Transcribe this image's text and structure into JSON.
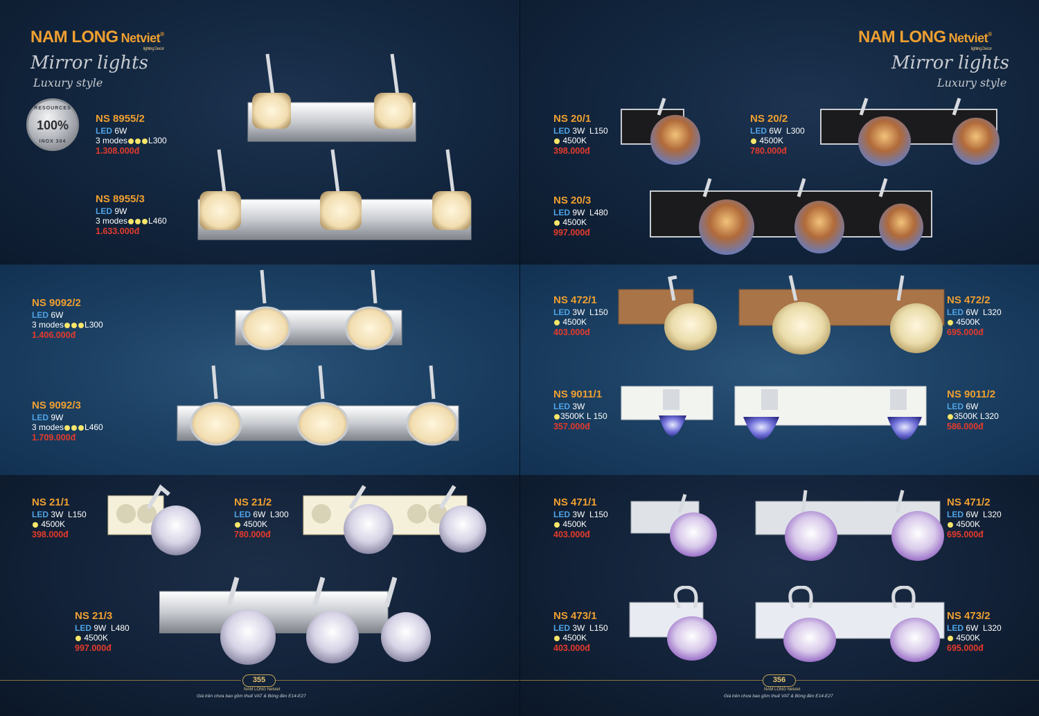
{
  "brand": {
    "name": "NAM LONG",
    "sub": "Netviet",
    "reg": "®",
    "tagline": "lighting Decor"
  },
  "title": {
    "line1": "Mirror lights",
    "line2": "Luxury style"
  },
  "badge": {
    "top": "RESOURCES",
    "mid": "100%",
    "bottom": "INOX 304"
  },
  "left_products": [
    {
      "code": "NS 8955/2",
      "led": "LED",
      "power": "6W",
      "modes": "3 modes",
      "length": "L300",
      "price": "1.308.000đ"
    },
    {
      "code": "NS 8955/3",
      "led": "LED",
      "power": "9W",
      "modes": "3 modes",
      "length": "L460",
      "price": "1.633.000đ"
    },
    {
      "code": "NS 9092/2",
      "led": "LED",
      "power": "6W",
      "modes": "3 modes",
      "length": "L300",
      "price": "1.406.000đ"
    },
    {
      "code": "NS 9092/3",
      "led": "LED",
      "power": "9W",
      "modes": "3 modes",
      "length": "L460",
      "price": "1.709.000đ"
    },
    {
      "code": "NS 21/1",
      "led": "LED",
      "power": "3W",
      "length": "L150",
      "temp": "4500K",
      "price": "398.000đ"
    },
    {
      "code": "NS 21/2",
      "led": "LED",
      "power": "6W",
      "length": "L300",
      "temp": "4500K",
      "price": "780.000đ"
    },
    {
      "code": "NS 21/3",
      "led": "LED",
      "power": "9W",
      "length": "L480",
      "temp": "4500K",
      "price": "997.000đ"
    }
  ],
  "right_products": [
    {
      "code": "NS 20/1",
      "led": "LED",
      "power": "3W",
      "length": "L150",
      "temp": "4500K",
      "price": "398.000đ"
    },
    {
      "code": "NS 20/2",
      "led": "LED",
      "power": "6W",
      "length": "L300",
      "temp": "4500K",
      "price": "780.000đ"
    },
    {
      "code": "NS 20/3",
      "led": "LED",
      "power": "9W",
      "length": "L480",
      "temp": "4500K",
      "price": "997.000đ"
    },
    {
      "code": "NS 472/1",
      "led": "LED",
      "power": "3W",
      "length": "L150",
      "temp": "4500K",
      "price": "403.000đ"
    },
    {
      "code": "NS 472/2",
      "led": "LED",
      "power": "6W",
      "length": "L320",
      "temp": "4500K",
      "price": "695.000đ"
    },
    {
      "code": "NS 9011/1",
      "led": "LED",
      "power": "3W",
      "length": "L 150",
      "temp": "3500K",
      "price": "357.000đ"
    },
    {
      "code": "NS 9011/2",
      "led": "LED",
      "power": "6W",
      "length": "L320",
      "temp": "3500K",
      "price": "586.000đ"
    },
    {
      "code": "NS 471/1",
      "led": "LED",
      "power": "3W",
      "length": "L150",
      "temp": "4500K",
      "price": "403.000đ"
    },
    {
      "code": "NS 471/2",
      "led": "LED",
      "power": "6W",
      "length": "L320",
      "temp": "4500K",
      "price": "695.000đ"
    },
    {
      "code": "NS 473/1",
      "led": "LED",
      "power": "3W",
      "length": "L150",
      "temp": "4500K",
      "price": "403.000đ"
    },
    {
      "code": "NS 473/2",
      "led": "LED",
      "power": "6W",
      "length": "L320",
      "temp": "4500K",
      "price": "695.000đ"
    }
  ],
  "footer": {
    "left_page": "355",
    "right_page": "356",
    "brand": "NAM LONG Netviet",
    "note": "Giá trên chưa bao gồm thuế VAT & Bóng đèn E14-E27"
  },
  "colors": {
    "accent": "#f0a030",
    "price": "#e43b2c",
    "led": "#4fa3e6",
    "dot": "#f7e66a"
  }
}
